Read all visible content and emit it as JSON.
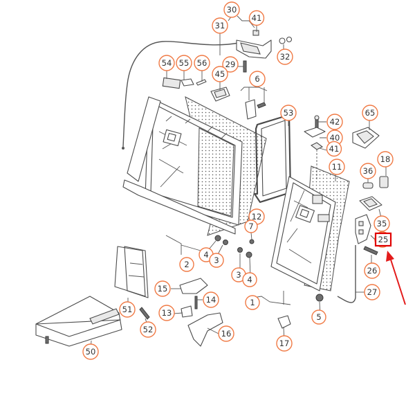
{
  "diagram": {
    "type": "exploded-parts-diagram",
    "subject": "rear seat backrest assembly",
    "highlight": {
      "part_number": "25",
      "box_color": "#e00000",
      "arrow_color": "#e31b1b"
    },
    "colors": {
      "callout_ring": "#f07a45",
      "callout_text": "#333333",
      "line_art": "#4a4a4a"
    },
    "callouts": [
      {
        "id": "30",
        "label": "30"
      },
      {
        "id": "41a",
        "label": "41"
      },
      {
        "id": "31",
        "label": "31"
      },
      {
        "id": "32",
        "label": "32"
      },
      {
        "id": "54",
        "label": "54"
      },
      {
        "id": "55",
        "label": "55"
      },
      {
        "id": "56",
        "label": "56"
      },
      {
        "id": "29",
        "label": "29"
      },
      {
        "id": "45",
        "label": "45"
      },
      {
        "id": "6",
        "label": "6"
      },
      {
        "id": "53",
        "label": "53"
      },
      {
        "id": "42",
        "label": "42"
      },
      {
        "id": "40",
        "label": "40"
      },
      {
        "id": "41b",
        "label": "41"
      },
      {
        "id": "65",
        "label": "65"
      },
      {
        "id": "11",
        "label": "11"
      },
      {
        "id": "36",
        "label": "36"
      },
      {
        "id": "18",
        "label": "18"
      },
      {
        "id": "35",
        "label": "35"
      },
      {
        "id": "25",
        "label": "25"
      },
      {
        "id": "26",
        "label": "26"
      },
      {
        "id": "27",
        "label": "27"
      },
      {
        "id": "12",
        "label": "12"
      },
      {
        "id": "7",
        "label": "7"
      },
      {
        "id": "4a",
        "label": "4"
      },
      {
        "id": "3a",
        "label": "3"
      },
      {
        "id": "2",
        "label": "2"
      },
      {
        "id": "3b",
        "label": "3"
      },
      {
        "id": "4b",
        "label": "4"
      },
      {
        "id": "1",
        "label": "1"
      },
      {
        "id": "5",
        "label": "5"
      },
      {
        "id": "17",
        "label": "17"
      },
      {
        "id": "15",
        "label": "15"
      },
      {
        "id": "14",
        "label": "14"
      },
      {
        "id": "13",
        "label": "13"
      },
      {
        "id": "16",
        "label": "16"
      },
      {
        "id": "51",
        "label": "51"
      },
      {
        "id": "52",
        "label": "52"
      },
      {
        "id": "50",
        "label": "50"
      }
    ]
  }
}
